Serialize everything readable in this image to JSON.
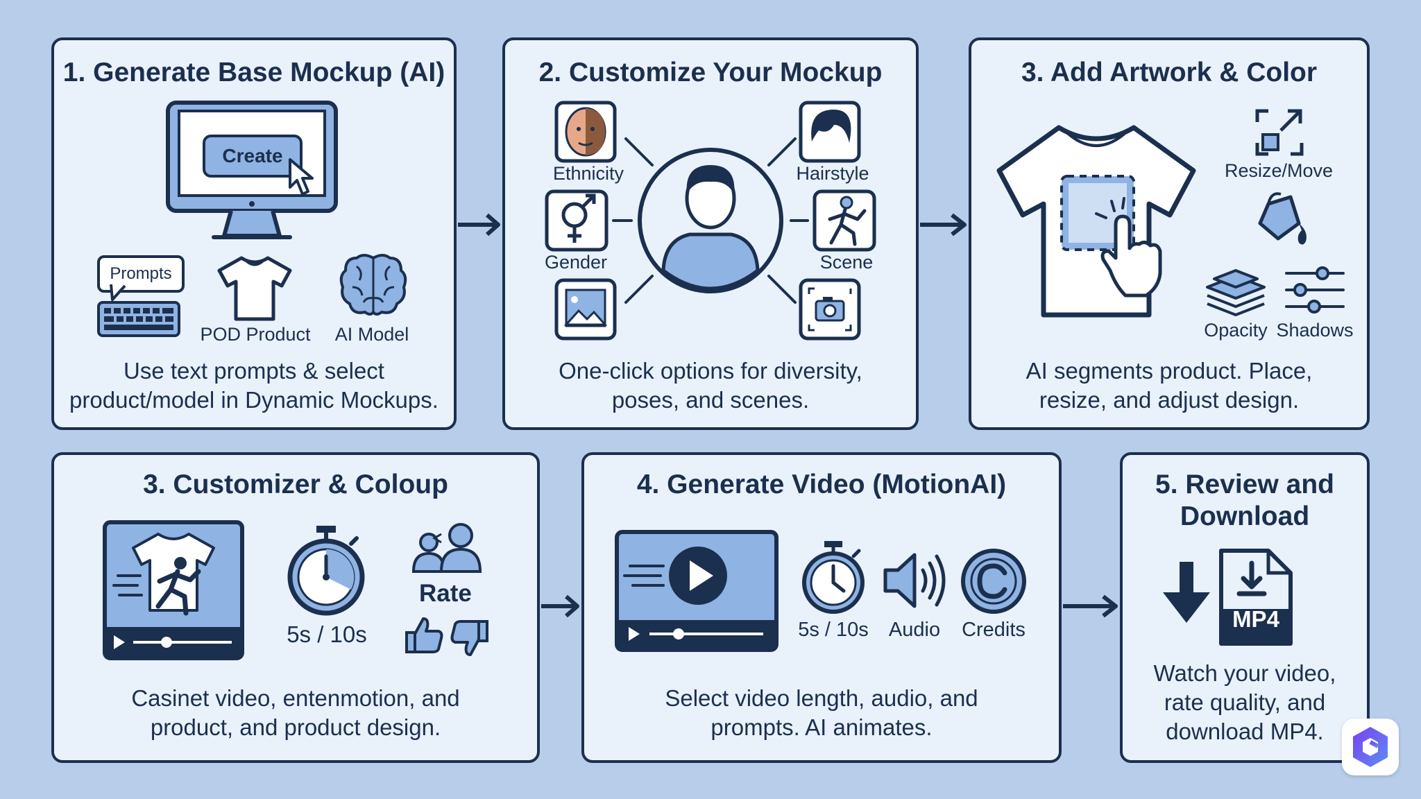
{
  "panels": {
    "p1": {
      "title": "1. Generate Base Mockup (AI)",
      "button": "Create",
      "bubble": "Prompts",
      "labels": [
        "POD Product",
        "AI Model"
      ],
      "caption": [
        "Use text prompts & select",
        "product/model in Dynamic Mockups."
      ]
    },
    "p2": {
      "title": "2. Customize Your Mockup",
      "labels": [
        "Ethnicity",
        "Hairstyle",
        "Gender",
        "Scene"
      ],
      "caption": [
        "One-click options for diversity,",
        "poses, and scenes."
      ]
    },
    "p3": {
      "title": "3. Add Artwork & Color",
      "labels": [
        "Resize/Move",
        "Opacity",
        "Shadows"
      ],
      "caption": [
        "AI segments product. Place,",
        "resize, and adjust design."
      ]
    },
    "p4": {
      "title": "3. Customizer & Coloup",
      "duration": "5s / 10s",
      "rate": "Rate",
      "caption": [
        "Casinet video, entenmotion, and",
        "product, and product design."
      ]
    },
    "p5": {
      "title": "4. Generate Video (MotionAI)",
      "labels": [
        "5s / 10s",
        "Audio",
        "Credits"
      ],
      "caption": [
        "Select video length, audio, and",
        "prompts. AI animates."
      ]
    },
    "p6": {
      "title": [
        "5. Review and",
        "Download"
      ],
      "badge": "MP4",
      "caption": [
        "Watch your video,",
        "rate quality, and",
        "download MP4."
      ]
    }
  },
  "icons": [
    "monitor-icon",
    "cursor-icon",
    "keyboard-icon",
    "tshirt-icon",
    "brain-icon",
    "face-icon",
    "hair-icon",
    "gender-icon",
    "image-icon",
    "person-icon",
    "running-icon",
    "camera-icon",
    "tshirt-artwork-icon",
    "hand-pointer-icon",
    "resize-icon",
    "paint-bucket-icon",
    "layers-icon",
    "sliders-icon",
    "video-player-icon",
    "stopwatch-icon",
    "people-icon",
    "thumbs-up-icon",
    "thumbs-down-icon",
    "play-icon",
    "speaker-icon",
    "copyright-icon",
    "download-arrow-icon",
    "file-mp4-icon",
    "app-logo-icon"
  ],
  "colors": {
    "background": "#b7cde9",
    "panel": "#e9f1fb",
    "ink": "#1b2f4e",
    "accent": "#8fb3e2"
  }
}
